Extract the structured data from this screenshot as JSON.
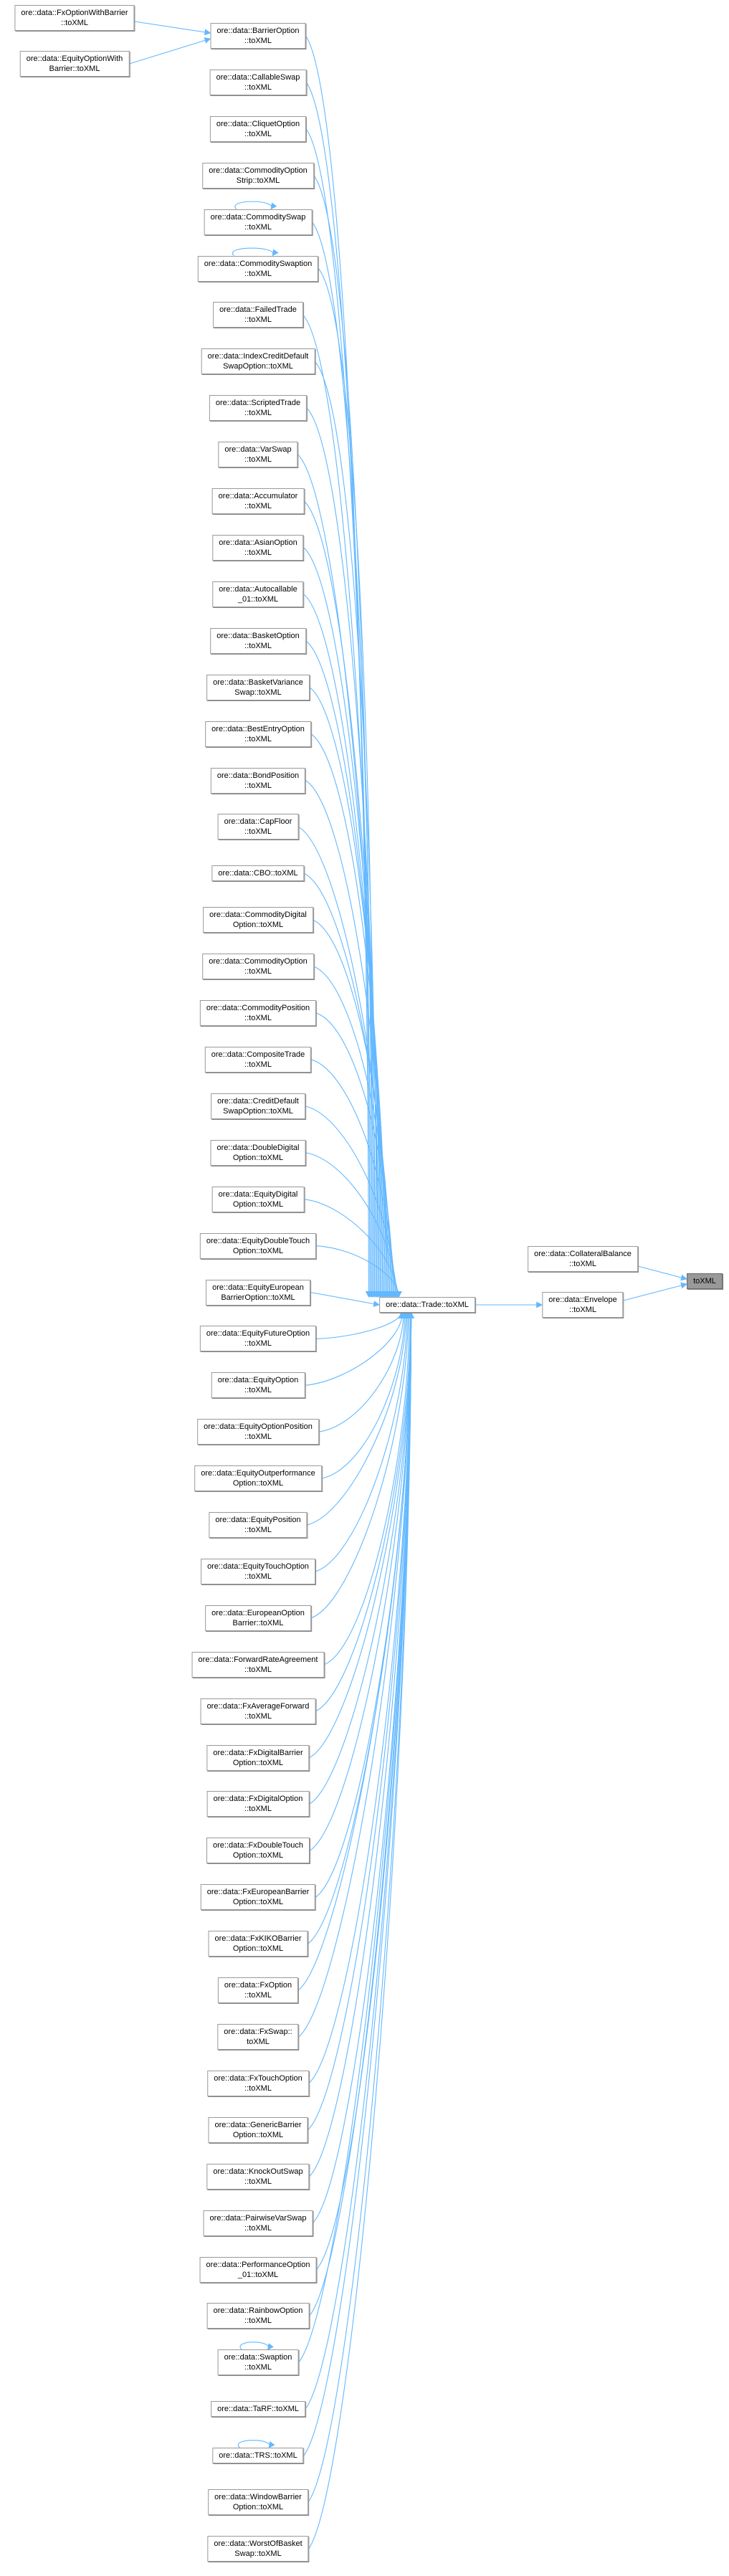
{
  "graph": {
    "target": {
      "lines": [
        "toXML"
      ]
    },
    "direct_callers": [
      {
        "lines": [
          "ore::data::CollateralBalance",
          "::toXML"
        ]
      },
      {
        "lines": [
          "ore::data::Envelope",
          "::toXML"
        ]
      }
    ],
    "trade": {
      "lines": [
        "ore::data::Trade::toXML"
      ]
    },
    "barrier_callers": [
      {
        "lines": [
          "ore::data::FxOptionWithBarrier",
          "::toXML"
        ]
      },
      {
        "lines": [
          "ore::data::EquityOptionWith",
          "Barrier::toXML"
        ]
      }
    ],
    "trade_callers": [
      {
        "lines": [
          "ore::data::BarrierOption",
          "::toXML"
        ]
      },
      {
        "lines": [
          "ore::data::CallableSwap",
          "::toXML"
        ]
      },
      {
        "lines": [
          "ore::data::CliquetOption",
          "::toXML"
        ]
      },
      {
        "lines": [
          "ore::data::CommodityOption",
          "Strip::toXML"
        ]
      },
      {
        "lines": [
          "ore::data::CommoditySwap",
          "::toXML"
        ],
        "self_call": true
      },
      {
        "lines": [
          "ore::data::CommoditySwaption",
          "::toXML"
        ],
        "self_call": true
      },
      {
        "lines": [
          "ore::data::FailedTrade",
          "::toXML"
        ]
      },
      {
        "lines": [
          "ore::data::IndexCreditDefault",
          "SwapOption::toXML"
        ]
      },
      {
        "lines": [
          "ore::data::ScriptedTrade",
          "::toXML"
        ]
      },
      {
        "lines": [
          "ore::data::VarSwap",
          "::toXML"
        ]
      },
      {
        "lines": [
          "ore::data::Accumulator",
          "::toXML"
        ]
      },
      {
        "lines": [
          "ore::data::AsianOption",
          "::toXML"
        ]
      },
      {
        "lines": [
          "ore::data::Autocallable",
          "_01::toXML"
        ]
      },
      {
        "lines": [
          "ore::data::BasketOption",
          "::toXML"
        ]
      },
      {
        "lines": [
          "ore::data::BasketVariance",
          "Swap::toXML"
        ]
      },
      {
        "lines": [
          "ore::data::BestEntryOption",
          "::toXML"
        ]
      },
      {
        "lines": [
          "ore::data::BondPosition",
          "::toXML"
        ]
      },
      {
        "lines": [
          "ore::data::CapFloor",
          "::toXML"
        ]
      },
      {
        "lines": [
          "ore::data::CBO::toXML"
        ]
      },
      {
        "lines": [
          "ore::data::CommodityDigital",
          "Option::toXML"
        ]
      },
      {
        "lines": [
          "ore::data::CommodityOption",
          "::toXML"
        ]
      },
      {
        "lines": [
          "ore::data::CommodityPosition",
          "::toXML"
        ]
      },
      {
        "lines": [
          "ore::data::CompositeTrade",
          "::toXML"
        ]
      },
      {
        "lines": [
          "ore::data::CreditDefault",
          "SwapOption::toXML"
        ]
      },
      {
        "lines": [
          "ore::data::DoubleDigital",
          "Option::toXML"
        ]
      },
      {
        "lines": [
          "ore::data::EquityDigital",
          "Option::toXML"
        ]
      },
      {
        "lines": [
          "ore::data::EquityDoubleTouch",
          "Option::toXML"
        ]
      },
      {
        "lines": [
          "ore::data::EquityEuropean",
          "BarrierOption::toXML"
        ]
      },
      {
        "lines": [
          "ore::data::EquityFutureOption",
          "::toXML"
        ]
      },
      {
        "lines": [
          "ore::data::EquityOption",
          "::toXML"
        ]
      },
      {
        "lines": [
          "ore::data::EquityOptionPosition",
          "::toXML"
        ]
      },
      {
        "lines": [
          "ore::data::EquityOutperformance",
          "Option::toXML"
        ]
      },
      {
        "lines": [
          "ore::data::EquityPosition",
          "::toXML"
        ]
      },
      {
        "lines": [
          "ore::data::EquityTouchOption",
          "::toXML"
        ]
      },
      {
        "lines": [
          "ore::data::EuropeanOption",
          "Barrier::toXML"
        ]
      },
      {
        "lines": [
          "ore::data::ForwardRateAgreement",
          "::toXML"
        ]
      },
      {
        "lines": [
          "ore::data::FxAverageForward",
          "::toXML"
        ]
      },
      {
        "lines": [
          "ore::data::FxDigitalBarrier",
          "Option::toXML"
        ]
      },
      {
        "lines": [
          "ore::data::FxDigitalOption",
          "::toXML"
        ]
      },
      {
        "lines": [
          "ore::data::FxDoubleTouch",
          "Option::toXML"
        ]
      },
      {
        "lines": [
          "ore::data::FxEuropeanBarrier",
          "Option::toXML"
        ]
      },
      {
        "lines": [
          "ore::data::FxKIKOBarrier",
          "Option::toXML"
        ]
      },
      {
        "lines": [
          "ore::data::FxOption",
          "::toXML"
        ]
      },
      {
        "lines": [
          "ore::data::FxSwap::",
          "toXML"
        ]
      },
      {
        "lines": [
          "ore::data::FxTouchOption",
          "::toXML"
        ]
      },
      {
        "lines": [
          "ore::data::GenericBarrier",
          "Option::toXML"
        ]
      },
      {
        "lines": [
          "ore::data::KnockOutSwap",
          "::toXML"
        ]
      },
      {
        "lines": [
          "ore::data::PairwiseVarSwap",
          "::toXML"
        ]
      },
      {
        "lines": [
          "ore::data::PerformanceOption",
          "_01::toXML"
        ]
      },
      {
        "lines": [
          "ore::data::RainbowOption",
          "::toXML"
        ]
      },
      {
        "lines": [
          "ore::data::Swaption",
          "::toXML"
        ],
        "self_call": true
      },
      {
        "lines": [
          "ore::data::TaRF::toXML"
        ]
      },
      {
        "lines": [
          "ore::data::TRS::toXML"
        ],
        "self_call": true
      },
      {
        "lines": [
          "ore::data::WindowBarrier",
          "Option::toXML"
        ]
      },
      {
        "lines": [
          "ore::data::WorstOfBasket",
          "Swap::toXML"
        ]
      }
    ],
    "colors": {
      "edge": "#63b8ff",
      "target_fill": "#999999",
      "border": "#999999"
    }
  }
}
